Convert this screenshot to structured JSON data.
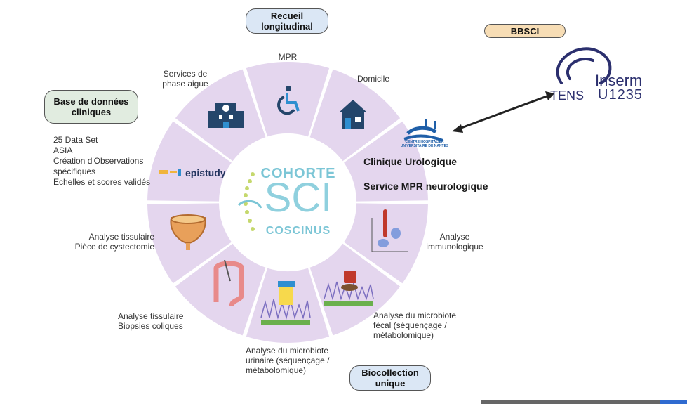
{
  "badges": {
    "recueil": "Recueil\nlongitudinal",
    "bbsci": "BBSCI",
    "base": "Base de données\ncliniques",
    "biocollection": "Biocollection\nunique"
  },
  "segments": {
    "mpr": "MPR",
    "domicile": "Domicile",
    "services": "Services de\nphase aigue",
    "analyse_immuno": "Analyse\nimmunologique",
    "microbiote_fecal": "Analyse du microbiote\nfécal (séquençage /\nmétabolomique)",
    "microbiote_urinaire": "Analyse du microbiote\nurinaire (séquençage /\nmétabolomique)",
    "biopsies": "Analyse tissulaire\nBiopsies coliques",
    "cystectomie": "Analyse tissulaire\nPièce de cystectomie"
  },
  "clinical_data": [
    "25 Data Set",
    "ASIA",
    "Création d'Observations",
    "spécifiques",
    "Echelles et scores validés"
  ],
  "chu": {
    "clinique": "Clinique Urologique",
    "service": "Service MPR neurologique",
    "logo_text": "CENTRE HOSPITALIER\nUNIVERSITAIRE DE NANTES"
  },
  "center": {
    "line1": "COHORTE",
    "line2": "SCI",
    "line3": "COSCINUS"
  },
  "episudy_logo": "epistudy",
  "inserm": {
    "inserm": "Inserm",
    "unit": "U1235",
    "tens": "TENS"
  },
  "colors": {
    "segment": "#e4d6ee",
    "pill_blue": "#dbe7f5",
    "pill_green": "#e1ece0",
    "pill_orange": "#f7ddb5",
    "center_text": "#7cc6d6",
    "icon_navy": "#24466b"
  }
}
